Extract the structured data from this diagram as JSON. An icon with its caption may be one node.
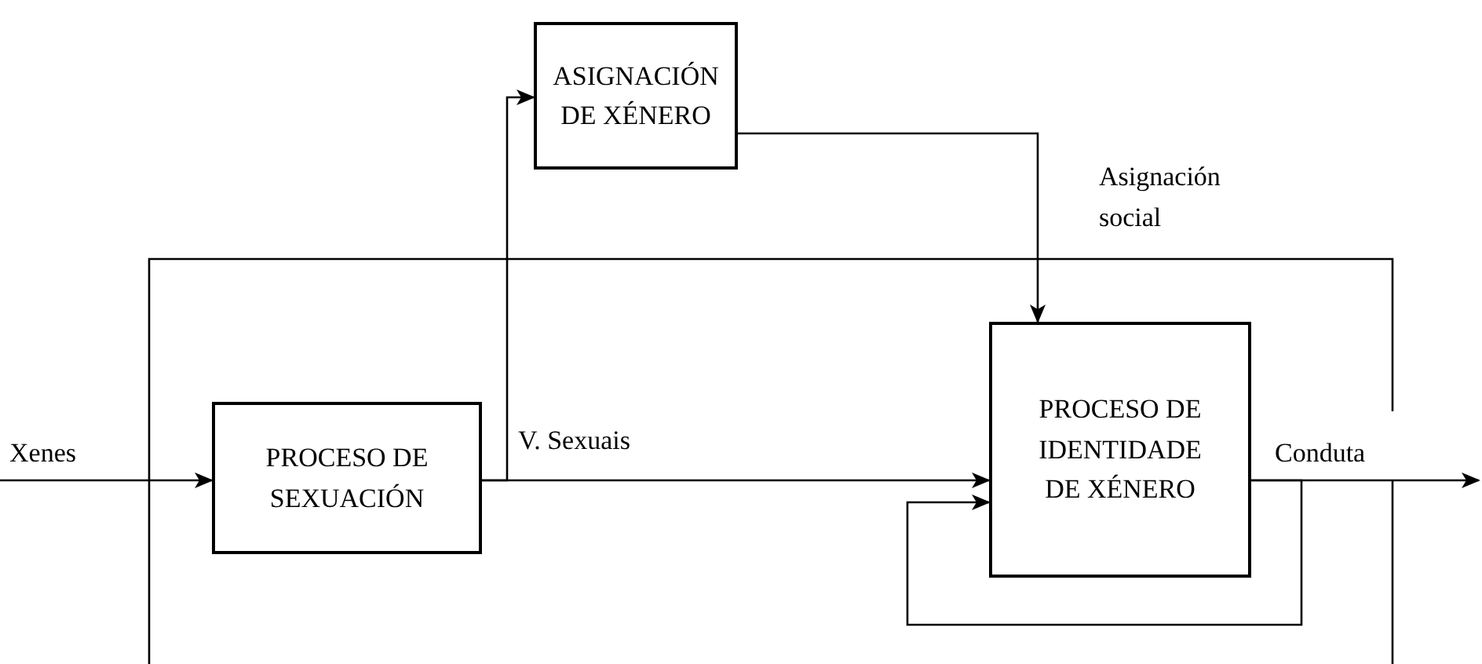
{
  "diagram": {
    "nodes": [
      {
        "text": [
          "ASIGNACIÓN DE XÉNERO"
        ]
      },
      {
        "text": [
          "PROCESO DE SEXUACIÓN"
        ]
      },
      {
        "text": [
          "PROCESO DE IDENTIDADE DE XÉNERO"
        ]
      }
    ],
    "edges": [
      {
        "from": null,
        "to": 1,
        "arrow": "to",
        "label": "Xenes"
      },
      {
        "from": 1,
        "to": 2,
        "arrow": "to",
        "label": "V. Sexuais"
      },
      {
        "from": 1,
        "to": 0,
        "arrow": "to"
      },
      {
        "from": 0,
        "to": 2,
        "arrow": "to",
        "label": "Asignación social"
      },
      {
        "from": 2,
        "to": null,
        "arrow": "to",
        "label": "Conduta"
      },
      {
        "from": 2,
        "to": 2,
        "arrow": "to"
      }
    ]
  }
}
